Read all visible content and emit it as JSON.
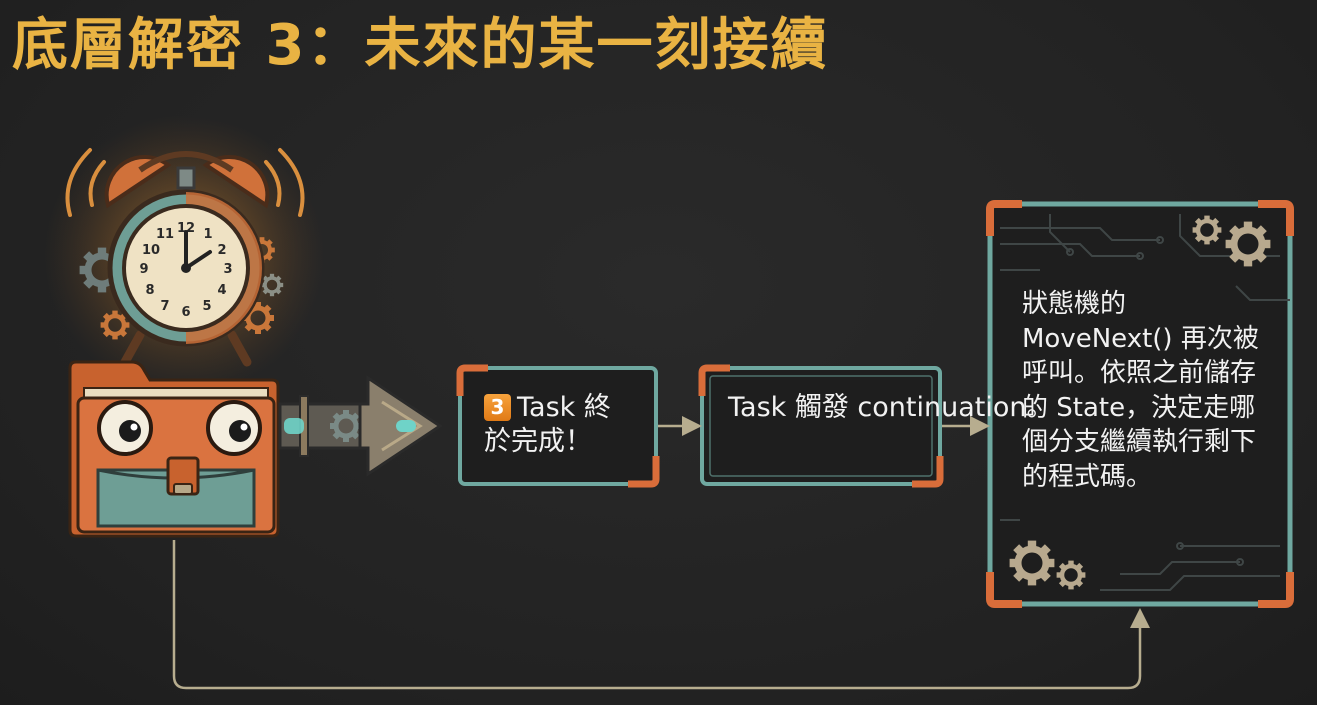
{
  "slide": {
    "title": "底層解密 3：未來的某一刻接續"
  },
  "steps": [
    {
      "badge": "3",
      "text": "Task 終於完成！"
    },
    {
      "text": "Task 觸發 continuation。"
    },
    {
      "text": "狀態機的 MoveNext() 再次被呼叫。依照之前儲存的 State，決定走哪個分支繼續執行剩下的程式碼。"
    }
  ],
  "clock": {
    "numbers": [
      "12",
      "1",
      "2",
      "3",
      "4",
      "5",
      "6",
      "7",
      "8",
      "9",
      "10",
      "11"
    ]
  },
  "colors": {
    "background": "#232323",
    "title": "#E9B343",
    "box_border": "#6FA8A0",
    "box_corner": "#D96D3A",
    "arrow": "#B7AD8F",
    "badge": "#F0922B",
    "folder": "#D9703A",
    "pocket": "#6E9E95"
  },
  "icons": [
    "alarm-clock-icon",
    "gear-icon",
    "folder-character-icon",
    "mechanical-arrow-icon",
    "circuit-pattern-icon"
  ]
}
